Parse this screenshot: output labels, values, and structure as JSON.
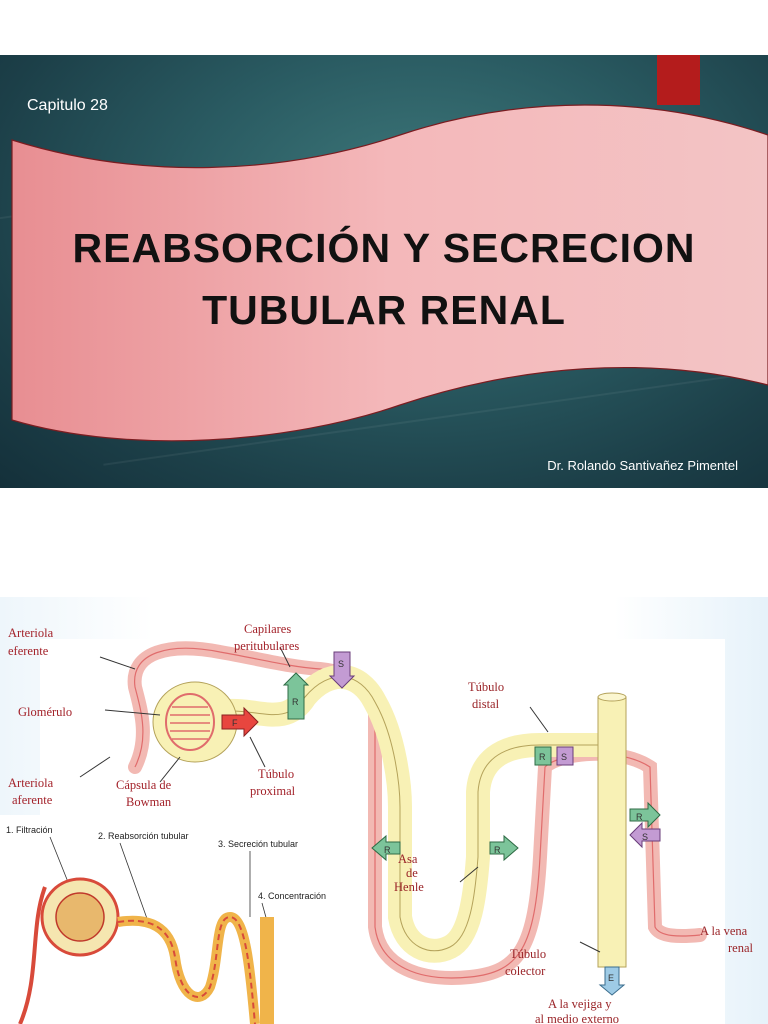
{
  "slide1": {
    "chapter": "Capitulo 28",
    "title_line1": "REABSORCIÓN Y SECRECION",
    "title_line2": "TUBULAR RENAL",
    "author": "Dr. Rolando Santivañez Pimentel"
  },
  "diagram": {
    "labels": {
      "arteriola_eferente_1": "Arteriola",
      "arteriola_eferente_2": "eferente",
      "glomerulo": "Glomérulo",
      "arteriola_aferente_1": "Arteriola",
      "arteriola_aferente_2": "aferente",
      "capsula_1": "Cápsula de",
      "capsula_2": "Bowman",
      "capilares_1": "Capilares",
      "capilares_2": "peritubulares",
      "tubulo_proximal_1": "Túbulo",
      "tubulo_proximal_2": "proximal",
      "tubulo_distal_1": "Túbulo",
      "tubulo_distal_2": "distal",
      "asa_1": "Asa",
      "asa_2": "de",
      "asa_3": "Henle",
      "tubulo_colector_1": "Túbulo",
      "tubulo_colector_2": "colector",
      "vena_1": "A la vena",
      "vena_2": "renal",
      "vejiga_1": "A la vejiga y",
      "vejiga_2": "al medio externo"
    },
    "boxes": {
      "F": "F",
      "R": "R",
      "S": "S",
      "E": "E"
    },
    "inset": {
      "step1": "1. Filtración",
      "step2": "2. Reabsorción  tubular",
      "step3": "3. Secreción  tubular",
      "step4": "4. Concentración"
    }
  }
}
